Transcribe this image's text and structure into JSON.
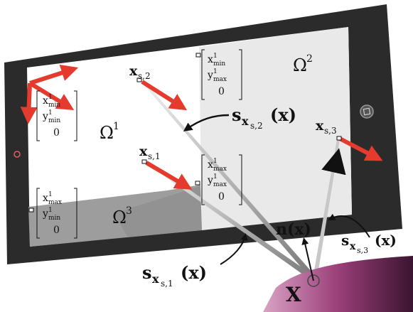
{
  "regions": {
    "omega1": "Ω",
    "omega1_sup": "1",
    "omega2": "Ω",
    "omega2_sup": "2",
    "omega3": "Ω",
    "omega3_sup": "3"
  },
  "points": {
    "xs1": {
      "base": "x",
      "sub": "s,1"
    },
    "xs2": {
      "base": "x",
      "sub": "s,2"
    },
    "xs3": {
      "base": "x",
      "sub": "s,3"
    }
  },
  "vectors": [
    {
      "name": "\\begin{pmatrix}x^1_{min}\\\\y^1_{min}\\\\0\\end{pmatrix}"
    },
    {
      "name": "\\begin{pmatrix}x^1_{min}\\\\y^1_{max}\\\\0\\end{pmatrix}"
    },
    {
      "name": "\\begin{pmatrix}x^1_{max}\\\\y^1_{max}\\\\0\\end{pmatrix}"
    },
    {
      "name": "\\begin{pmatrix}x^1_{max}\\\\y^1_{min}\\\\0\\end{pmatrix}"
    }
  ],
  "vec_text": {
    "v1": {
      "l1": "x",
      "l1sup": "1",
      "l1sub": "min",
      "l2": "y",
      "l2sup": "1",
      "l2sub": "min",
      "l3": "0"
    },
    "v2": {
      "l1": "x",
      "l1sup": "1",
      "l1sub": "min",
      "l2": "y",
      "l2sup": "1",
      "l2sub": "max",
      "l3": "0"
    },
    "v3": {
      "l1": "x",
      "l1sup": "1",
      "l1sub": "max",
      "l2": "y",
      "l2sup": "1",
      "l2sub": "max",
      "l3": "0"
    },
    "v4": {
      "l1": "x",
      "l1sup": "1",
      "l1sub": "max",
      "l2": "y",
      "l2sup": "1",
      "l2sub": "min",
      "l3": "0"
    }
  },
  "ray_labels": {
    "s1": {
      "s": "s",
      "x": "x",
      "sub": "s,1",
      "arg": "(x)"
    },
    "s2": {
      "s": "s",
      "x": "x",
      "sub": "s,2",
      "arg": "(x)"
    },
    "s3": {
      "s": "s",
      "x": "x",
      "sub": "s,3",
      "arg": "(x)"
    }
  },
  "normal": {
    "n": "n",
    "arg": "(x)"
  },
  "surface_point": "X",
  "colors": {
    "frame": "#2b2b2b",
    "screen": "#ffffff",
    "screen_right": "#e9e9e9",
    "region3": "#9a9a9a",
    "arrow": "#e53a2e",
    "object": "#9c4a78"
  },
  "icons": [
    "home-button-icon",
    "camera-dot-icon"
  ]
}
